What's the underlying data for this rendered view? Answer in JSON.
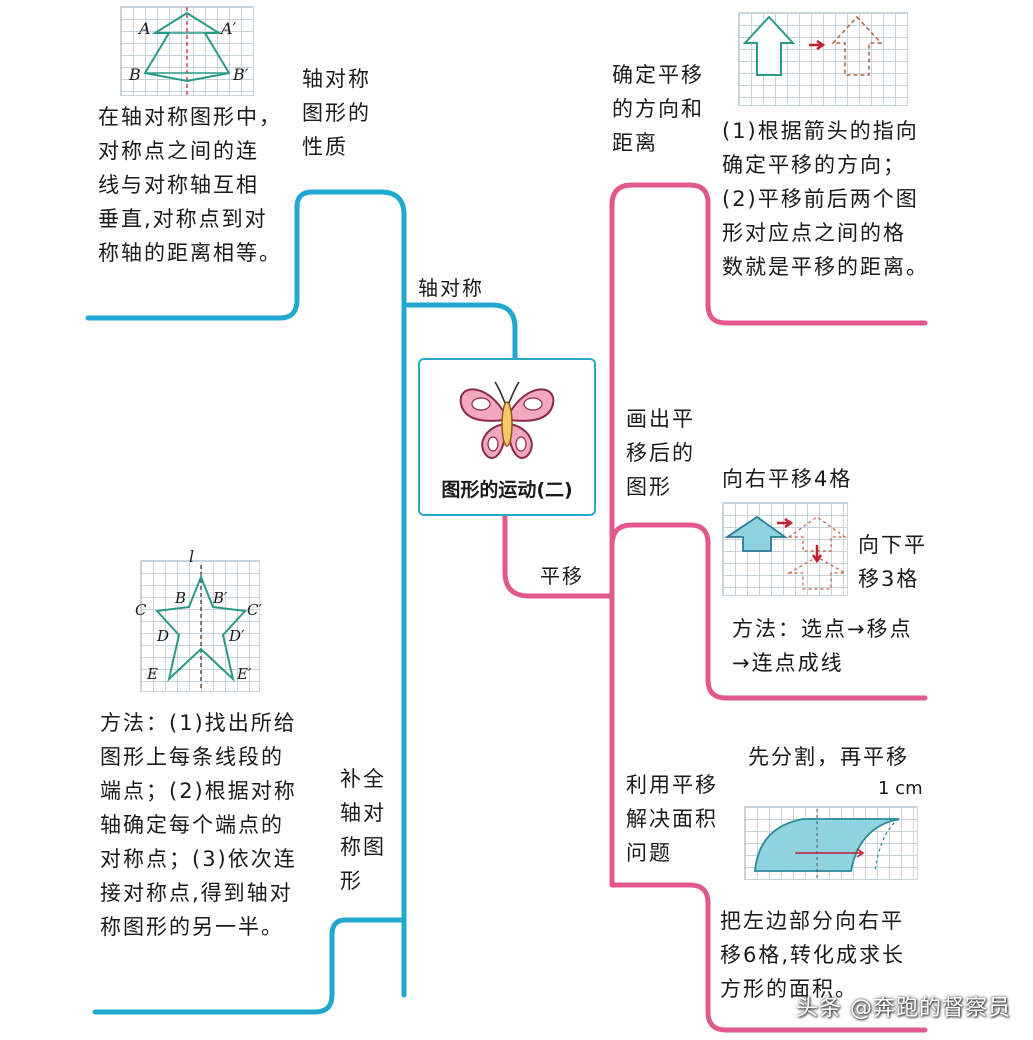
{
  "center": {
    "title": "图形的运动(二)",
    "icon": "butterfly-icon"
  },
  "colors": {
    "axis_branch": "#22a8d0",
    "translation_branch": "#e0588c",
    "frame": "#2aa7c9"
  },
  "left": {
    "branch_label": "轴对称",
    "topic1": {
      "label": [
        "轴对称",
        "图形的",
        "性质"
      ],
      "figure_labels": [
        "A",
        "A′",
        "B",
        "B′"
      ],
      "text": [
        "在轴对称图形中，",
        "对称点之间的连",
        "线与对称轴互相",
        "垂直,对称点到对",
        "称轴的距离相等。"
      ]
    },
    "topic2": {
      "label": [
        "补全",
        "轴对",
        "称图",
        "形"
      ],
      "figure_labels": [
        "l",
        "B",
        "B′",
        "C",
        "C′",
        "D",
        "D′",
        "E",
        "E′"
      ],
      "text": [
        "方法：(1)找出所给",
        "图形上每条线段的",
        "端点；(2)根据对称",
        "轴确定每个端点的",
        "对称点；(3)依次连",
        "接对称点,得到轴对",
        "称图形的另一半。"
      ]
    }
  },
  "right": {
    "branch_label": "平移",
    "topic1": {
      "label": [
        "确定平移",
        "的方向和",
        "距离"
      ],
      "text": [
        "(1)根据箭头的指向",
        "确定平移的方向；",
        "(2)平移前后两个图",
        "形对应点之间的格",
        "数就是平移的距离。"
      ]
    },
    "topic2": {
      "label": [
        "画出平",
        "移后的",
        "图形"
      ],
      "caption_top": "向右平移4格",
      "caption_side": [
        "向下平",
        "移3格"
      ],
      "method": [
        "方法：选点→移点",
        "→连点成线"
      ]
    },
    "topic3": {
      "label": [
        "利用平移",
        "解决面积",
        "问题"
      ],
      "caption": "先分割，再平移",
      "unit": "1 cm",
      "text": [
        "把左边部分向右平",
        "移6格,转化成求长",
        "方形的面积。"
      ]
    }
  },
  "watermark": "头条 @奔跑的督察员"
}
